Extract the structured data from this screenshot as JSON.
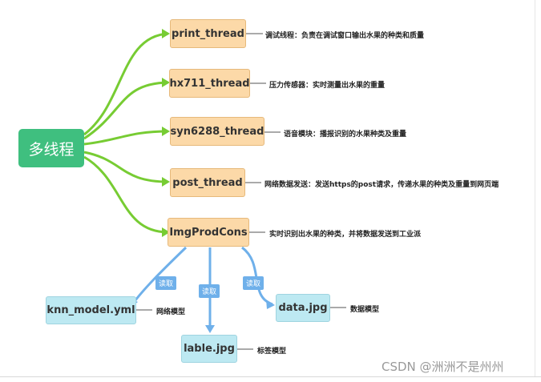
{
  "root": {
    "label": "多线程"
  },
  "threads": [
    {
      "name": "print_thread",
      "note": "调试线程：负责在调试窗口输出水果的种类和质量"
    },
    {
      "name": "hx711_thread",
      "note": "压力传感器：实时测量出水果的重量"
    },
    {
      "name": "syn6288_thread",
      "note": "语音模块：播报识别的水果种类及重量"
    },
    {
      "name": "post_thread",
      "note": "网络数据发送：发送https的post请求，传递水果的种类及重量到网页端"
    },
    {
      "name": "ImgProdCons",
      "note": "实时识别出水果的种类，并将数据发送到工业派"
    }
  ],
  "models": [
    {
      "name": "knn_model.yml",
      "note": "网络模型",
      "edge_label": "读取"
    },
    {
      "name": "lable.jpg",
      "note": "标签模型",
      "edge_label": "读取"
    },
    {
      "name": "data.jpg",
      "note": "数据模型",
      "edge_label": "读取"
    }
  ],
  "watermark": "CSDN @洲洲不是州州",
  "colors": {
    "root_fill": "#3fbf7f",
    "thread_fill": "#fcd9a8",
    "model_fill": "#bde9f2",
    "green_link": "#77cc33",
    "blue_link": "#6fb0ea"
  }
}
